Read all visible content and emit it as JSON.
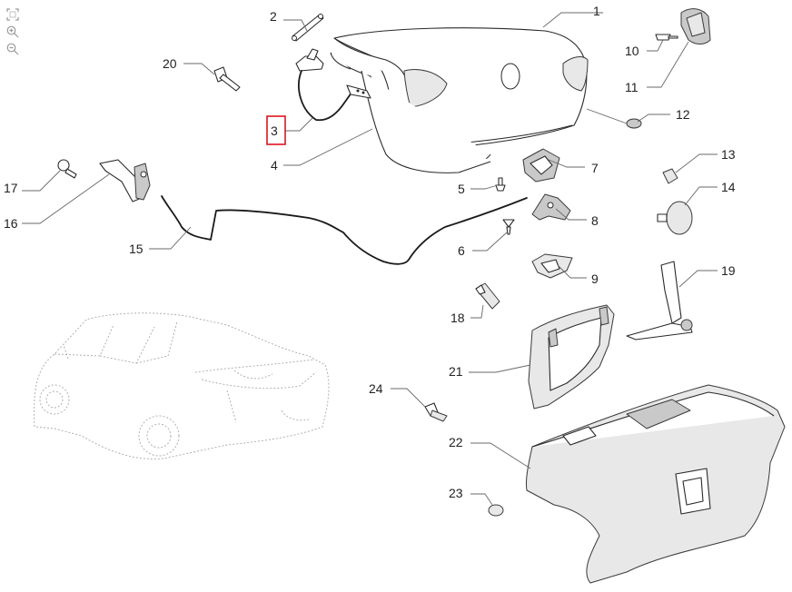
{
  "toolbar": {
    "fit_icon": "fit-screen-icon",
    "zoom_in_icon": "zoom-in-icon",
    "zoom_out_icon": "zoom-out-icon"
  },
  "callouts": {
    "p1": "1",
    "p2": "2",
    "p3": "3",
    "p4": "4",
    "p5": "5",
    "p6": "6",
    "p7": "7",
    "p8": "8",
    "p9": "9",
    "p10": "10",
    "p11": "11",
    "p12": "12",
    "p13": "13",
    "p14": "14",
    "p15": "15",
    "p16": "16",
    "p17": "17",
    "p18": "18",
    "p19": "19",
    "p20": "20",
    "p21": "21",
    "p22": "22",
    "p23": "23",
    "p24": "24"
  },
  "selected_callout": "3",
  "colors": {
    "highlight": "#e0141e",
    "line": "#2a2a2a",
    "leader": "#6a6a6a"
  }
}
